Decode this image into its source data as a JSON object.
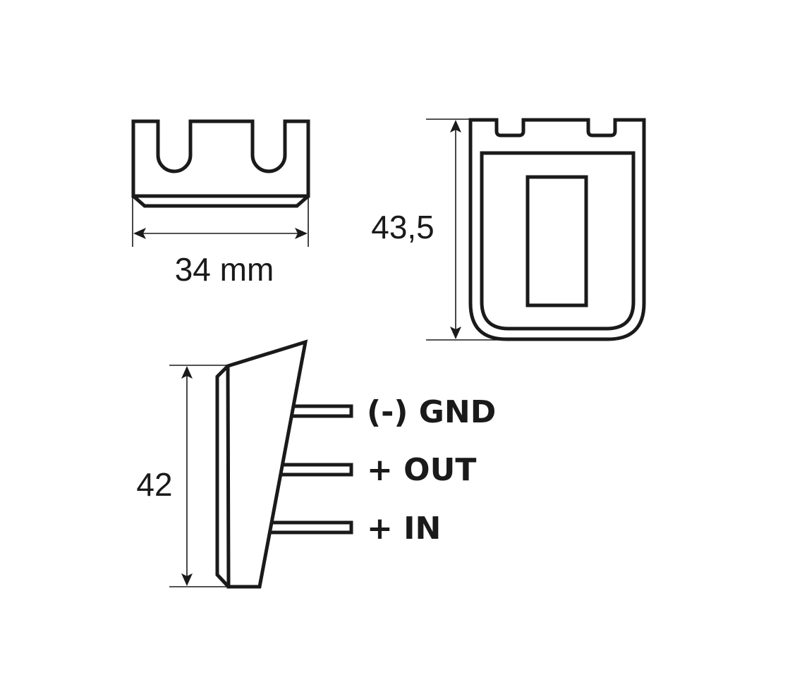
{
  "diagram": {
    "type": "technical-dimension-drawing",
    "line_color": "#1a1a1a",
    "background": "#ffffff",
    "views": {
      "top_view": {
        "description": "Top view with two U-shaped mounting slots and chamfered base",
        "dimension": {
          "label": "34 mm",
          "value": 34,
          "unit": "mm",
          "orientation": "horizontal"
        }
      },
      "front_view": {
        "description": "Front view with two top notches, inner rounded frame and rectangular window",
        "dimension": {
          "label": "43,5",
          "value": 43.5,
          "orientation": "vertical"
        }
      },
      "side_view": {
        "description": "Side profile (tapered body) with three connector pins",
        "dimension": {
          "label": "42",
          "value": 42,
          "orientation": "vertical"
        },
        "pins": [
          {
            "label": "(-) GND",
            "polarity": "-",
            "name": "GND"
          },
          {
            "label": "+ OUT",
            "polarity": "+",
            "name": "OUT"
          },
          {
            "label": "+ IN",
            "polarity": "+",
            "name": "IN"
          }
        ]
      }
    }
  }
}
